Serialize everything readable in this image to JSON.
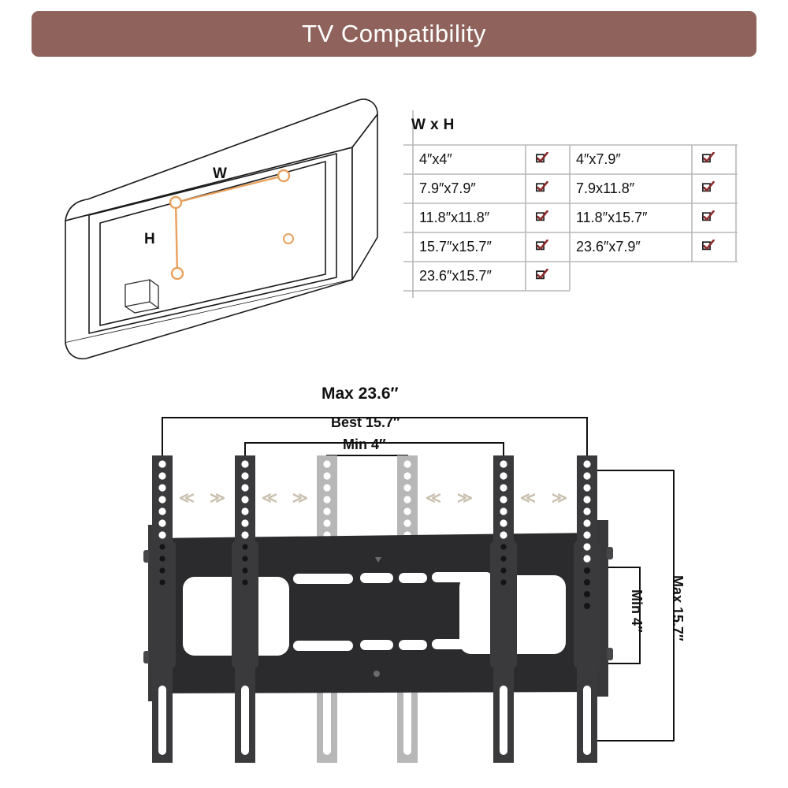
{
  "header": {
    "title": "TV  Compatibility",
    "bar_color": "#8f635c",
    "text_color": "#ffffff"
  },
  "tv_illustration": {
    "width_label": "W",
    "height_label": "H",
    "accent_color": "#e8a05c",
    "outline_color": "#1a1a1a",
    "hole_count": 4
  },
  "spec_table": {
    "header": "W x H",
    "check_color": "#8c2b2b",
    "grid_color": "#b8b8b8",
    "rows": [
      {
        "left_size": "4″x4″",
        "left_checked": true,
        "right_size": "4″x7.9″",
        "right_checked": true
      },
      {
        "left_size": "7.9″x7.9″",
        "left_checked": true,
        "right_size": "7.9x11.8″",
        "right_checked": true
      },
      {
        "left_size": "11.8″x11.8″",
        "left_checked": true,
        "right_size": "11.8″x15.7″",
        "right_checked": true
      },
      {
        "left_size": "15.7″x15.7″",
        "left_checked": true,
        "right_size": "23.6″x7.9″",
        "right_checked": true
      },
      {
        "left_size": "23.6″x15.7″",
        "left_checked": true,
        "right_size": "",
        "right_checked": false
      }
    ]
  },
  "bracket": {
    "dim_max_horizontal": "Max 23.6″",
    "dim_best_horizontal": "Best 15.7″",
    "dim_min_horizontal": "Min 4″",
    "dim_min_vertical": "Min 4″",
    "dim_max_vertical": "Max 15.7″",
    "arrow_left": "≪",
    "arrow_right": "≫",
    "arrow_color": "#c9bfae",
    "rail_dark_color": "#3a3a3c",
    "rail_light_color": "#b7b7b7",
    "plate_color": "#2b2b2d",
    "rail_count": 6
  }
}
